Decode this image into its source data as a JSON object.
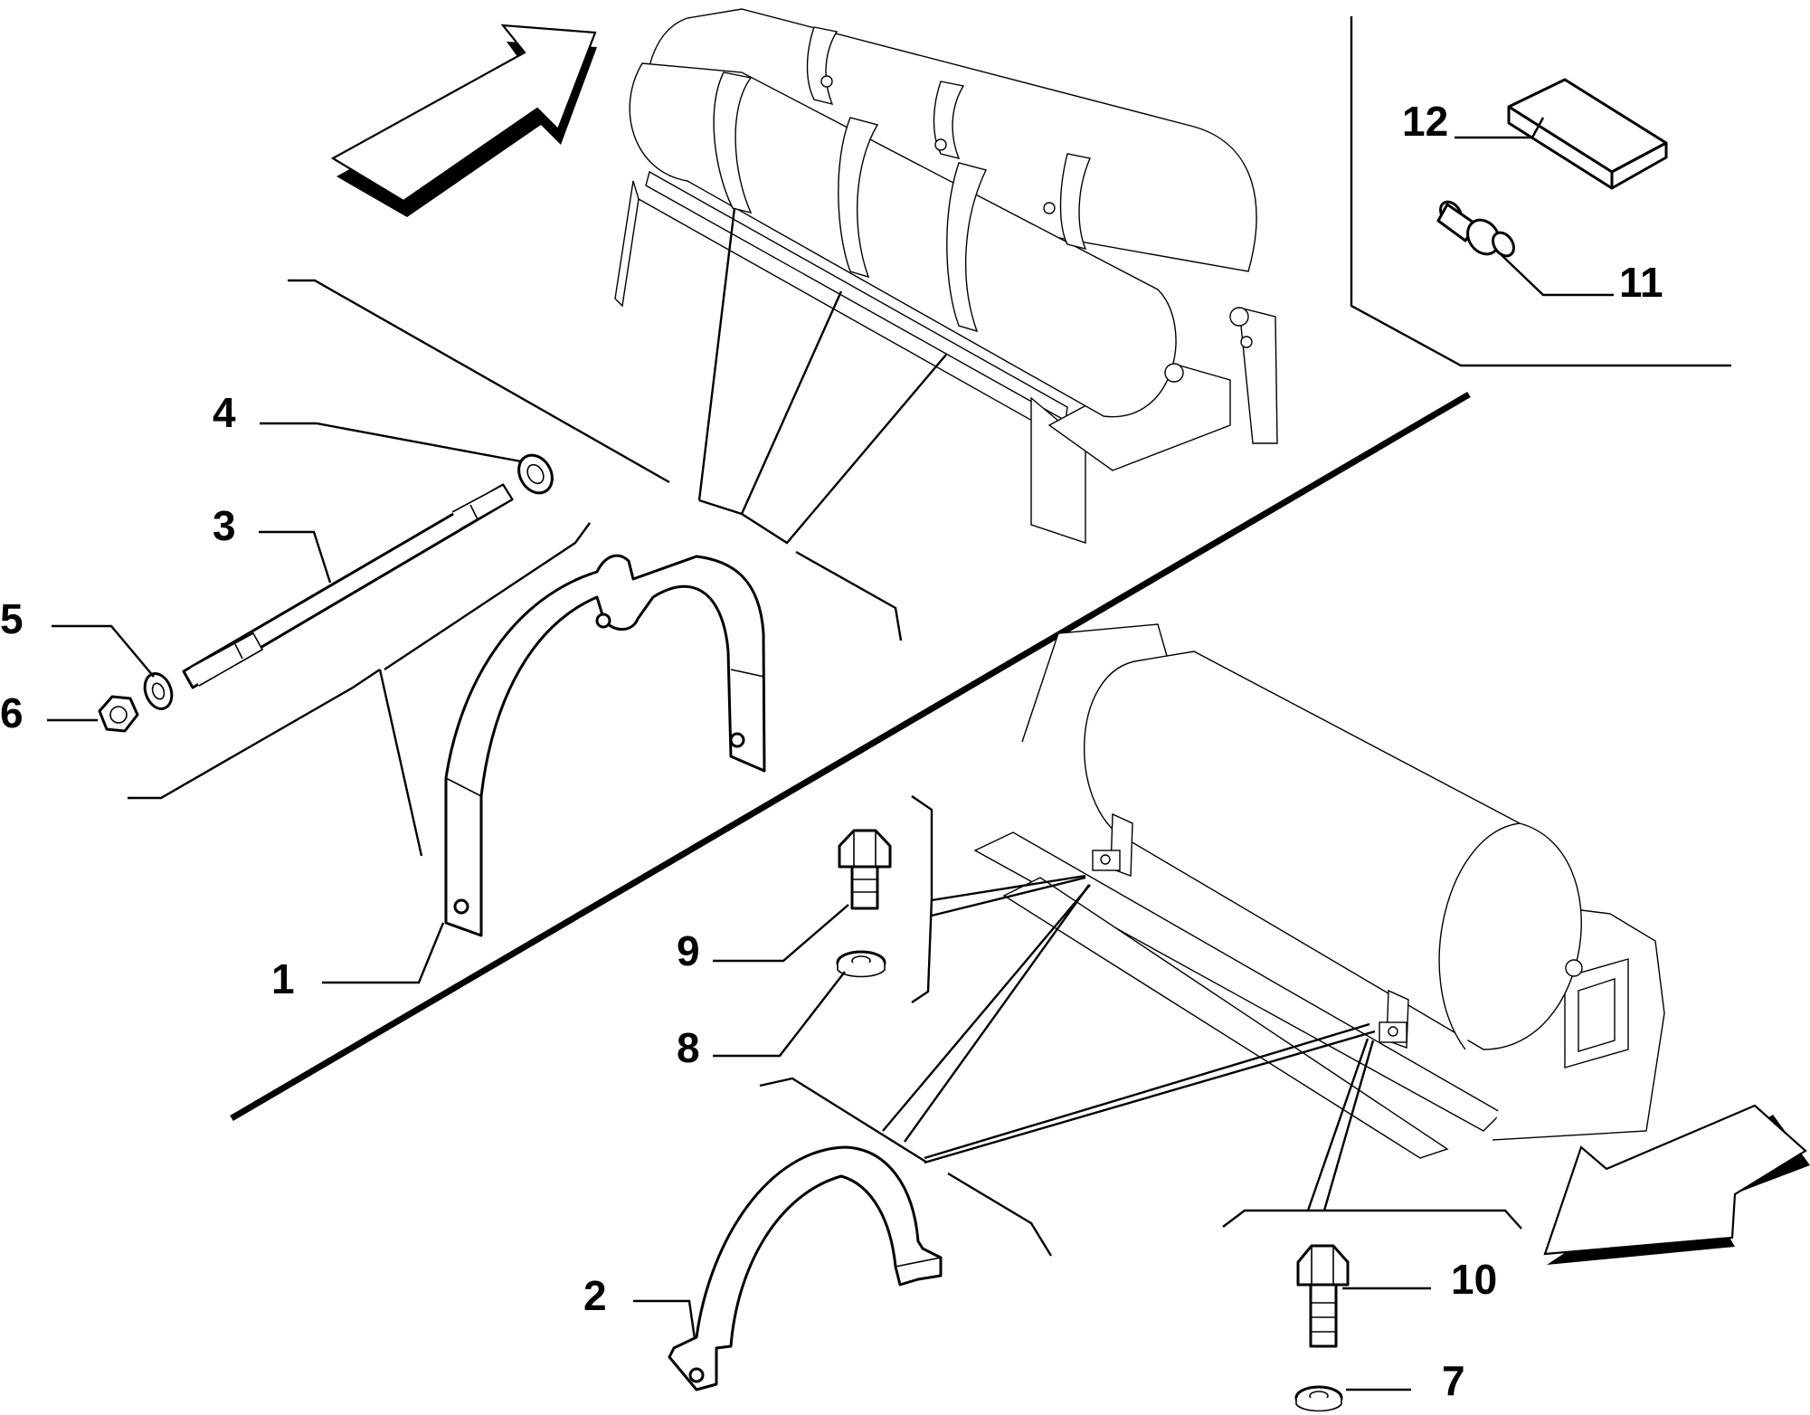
{
  "diagram": {
    "colors": {
      "ink": "#000000",
      "paper": "#ffffff"
    },
    "callouts": [
      {
        "id": "c1",
        "label": "1"
      },
      {
        "id": "c2",
        "label": "2"
      },
      {
        "id": "c3",
        "label": "3"
      },
      {
        "id": "c4",
        "label": "4"
      },
      {
        "id": "c5",
        "label": "5"
      },
      {
        "id": "c6",
        "label": "6"
      },
      {
        "id": "c7",
        "label": "7"
      },
      {
        "id": "c8",
        "label": "8"
      },
      {
        "id": "c9",
        "label": "9"
      },
      {
        "id": "c10",
        "label": "10"
      },
      {
        "id": "c11",
        "label": "11"
      },
      {
        "id": "c12",
        "label": "12"
      }
    ],
    "icons": [
      "direction-arrow-icon",
      "direction-arrow-icon"
    ]
  }
}
